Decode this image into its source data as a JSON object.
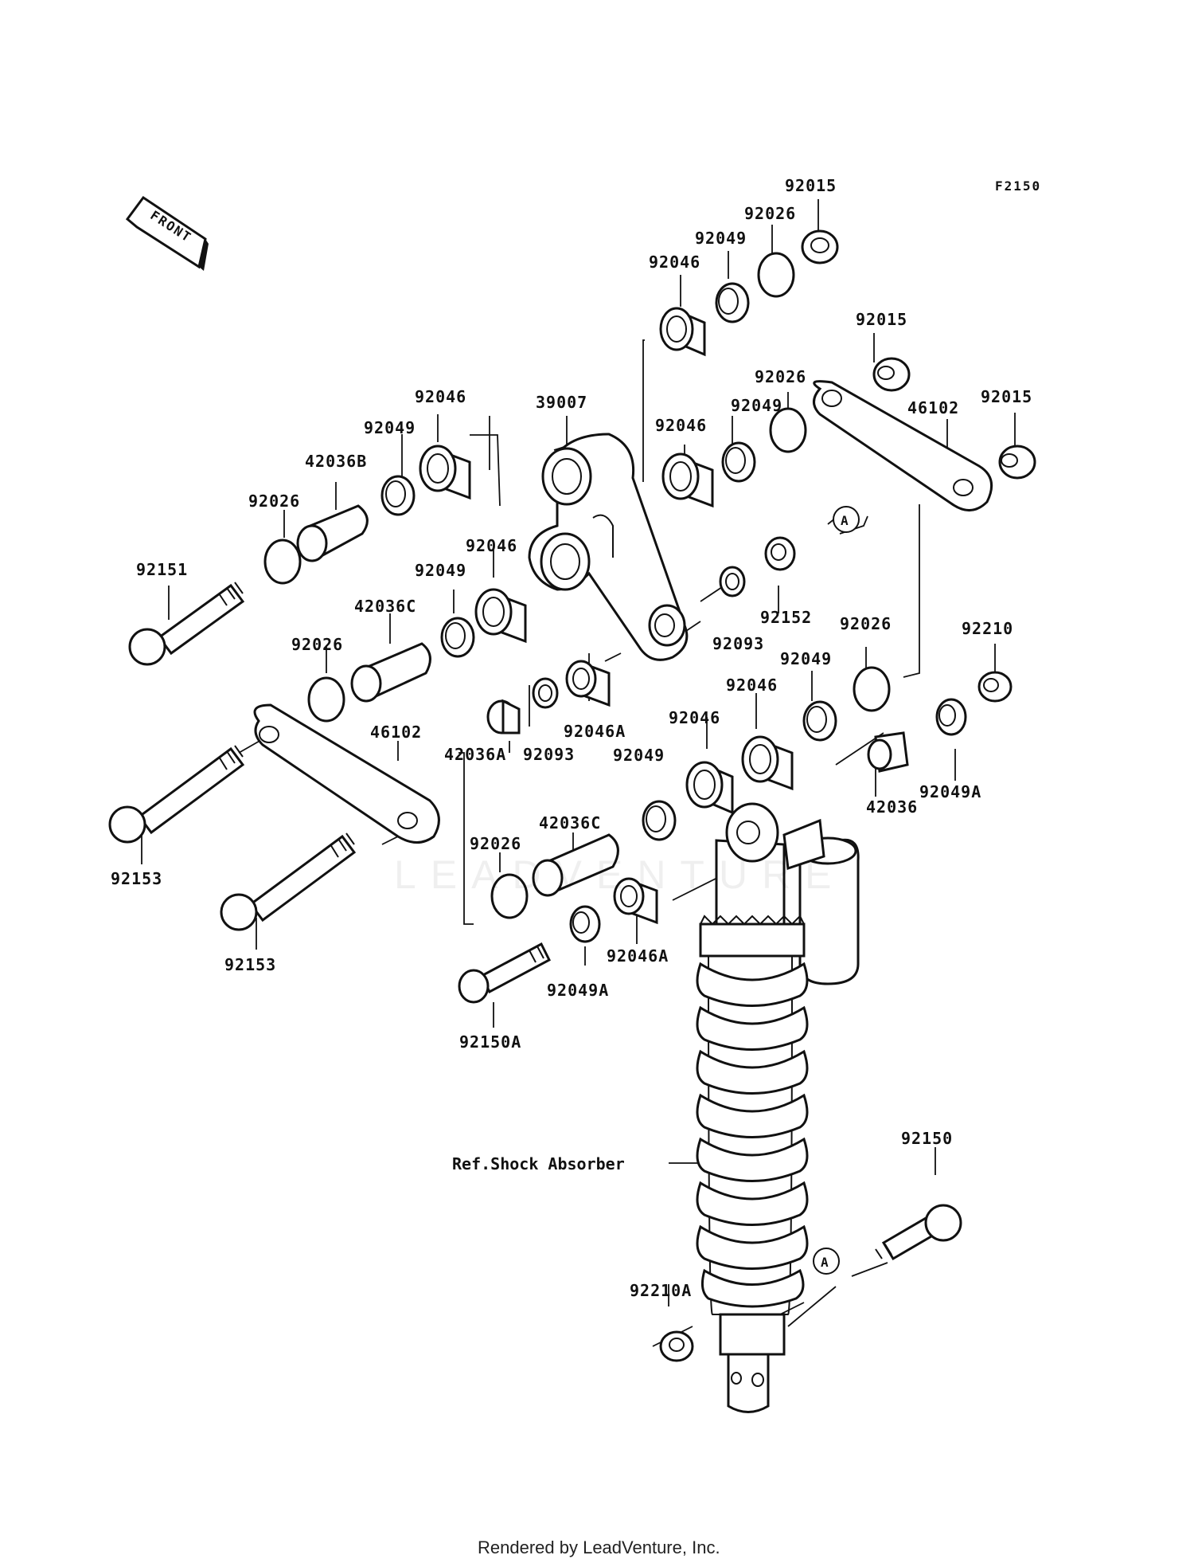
{
  "figure_code": "F2150",
  "front_label": "FRONT",
  "ref_label": "Ref.Shock Absorber",
  "marker_letter": "A",
  "footer": "Rendered by LeadVenture, Inc.",
  "watermark": "LEADVENTURE",
  "labels": [
    "92015",
    "92026",
    "92049",
    "92046",
    "92015",
    "92015",
    "92026",
    "92049",
    "46102",
    "92046",
    "39007",
    "92049",
    "42036B",
    "92026",
    "92151",
    "92046",
    "92046",
    "92049",
    "42036C",
    "92026",
    "92152",
    "92093",
    "92026",
    "92210",
    "92049",
    "92046",
    "92046A",
    "46102",
    "92093",
    "42036A",
    "92049",
    "92046",
    "42036",
    "92049A",
    "42036C",
    "92153",
    "92026",
    "92153",
    "92046A",
    "92049A",
    "92150A",
    "92150",
    "92210A"
  ]
}
